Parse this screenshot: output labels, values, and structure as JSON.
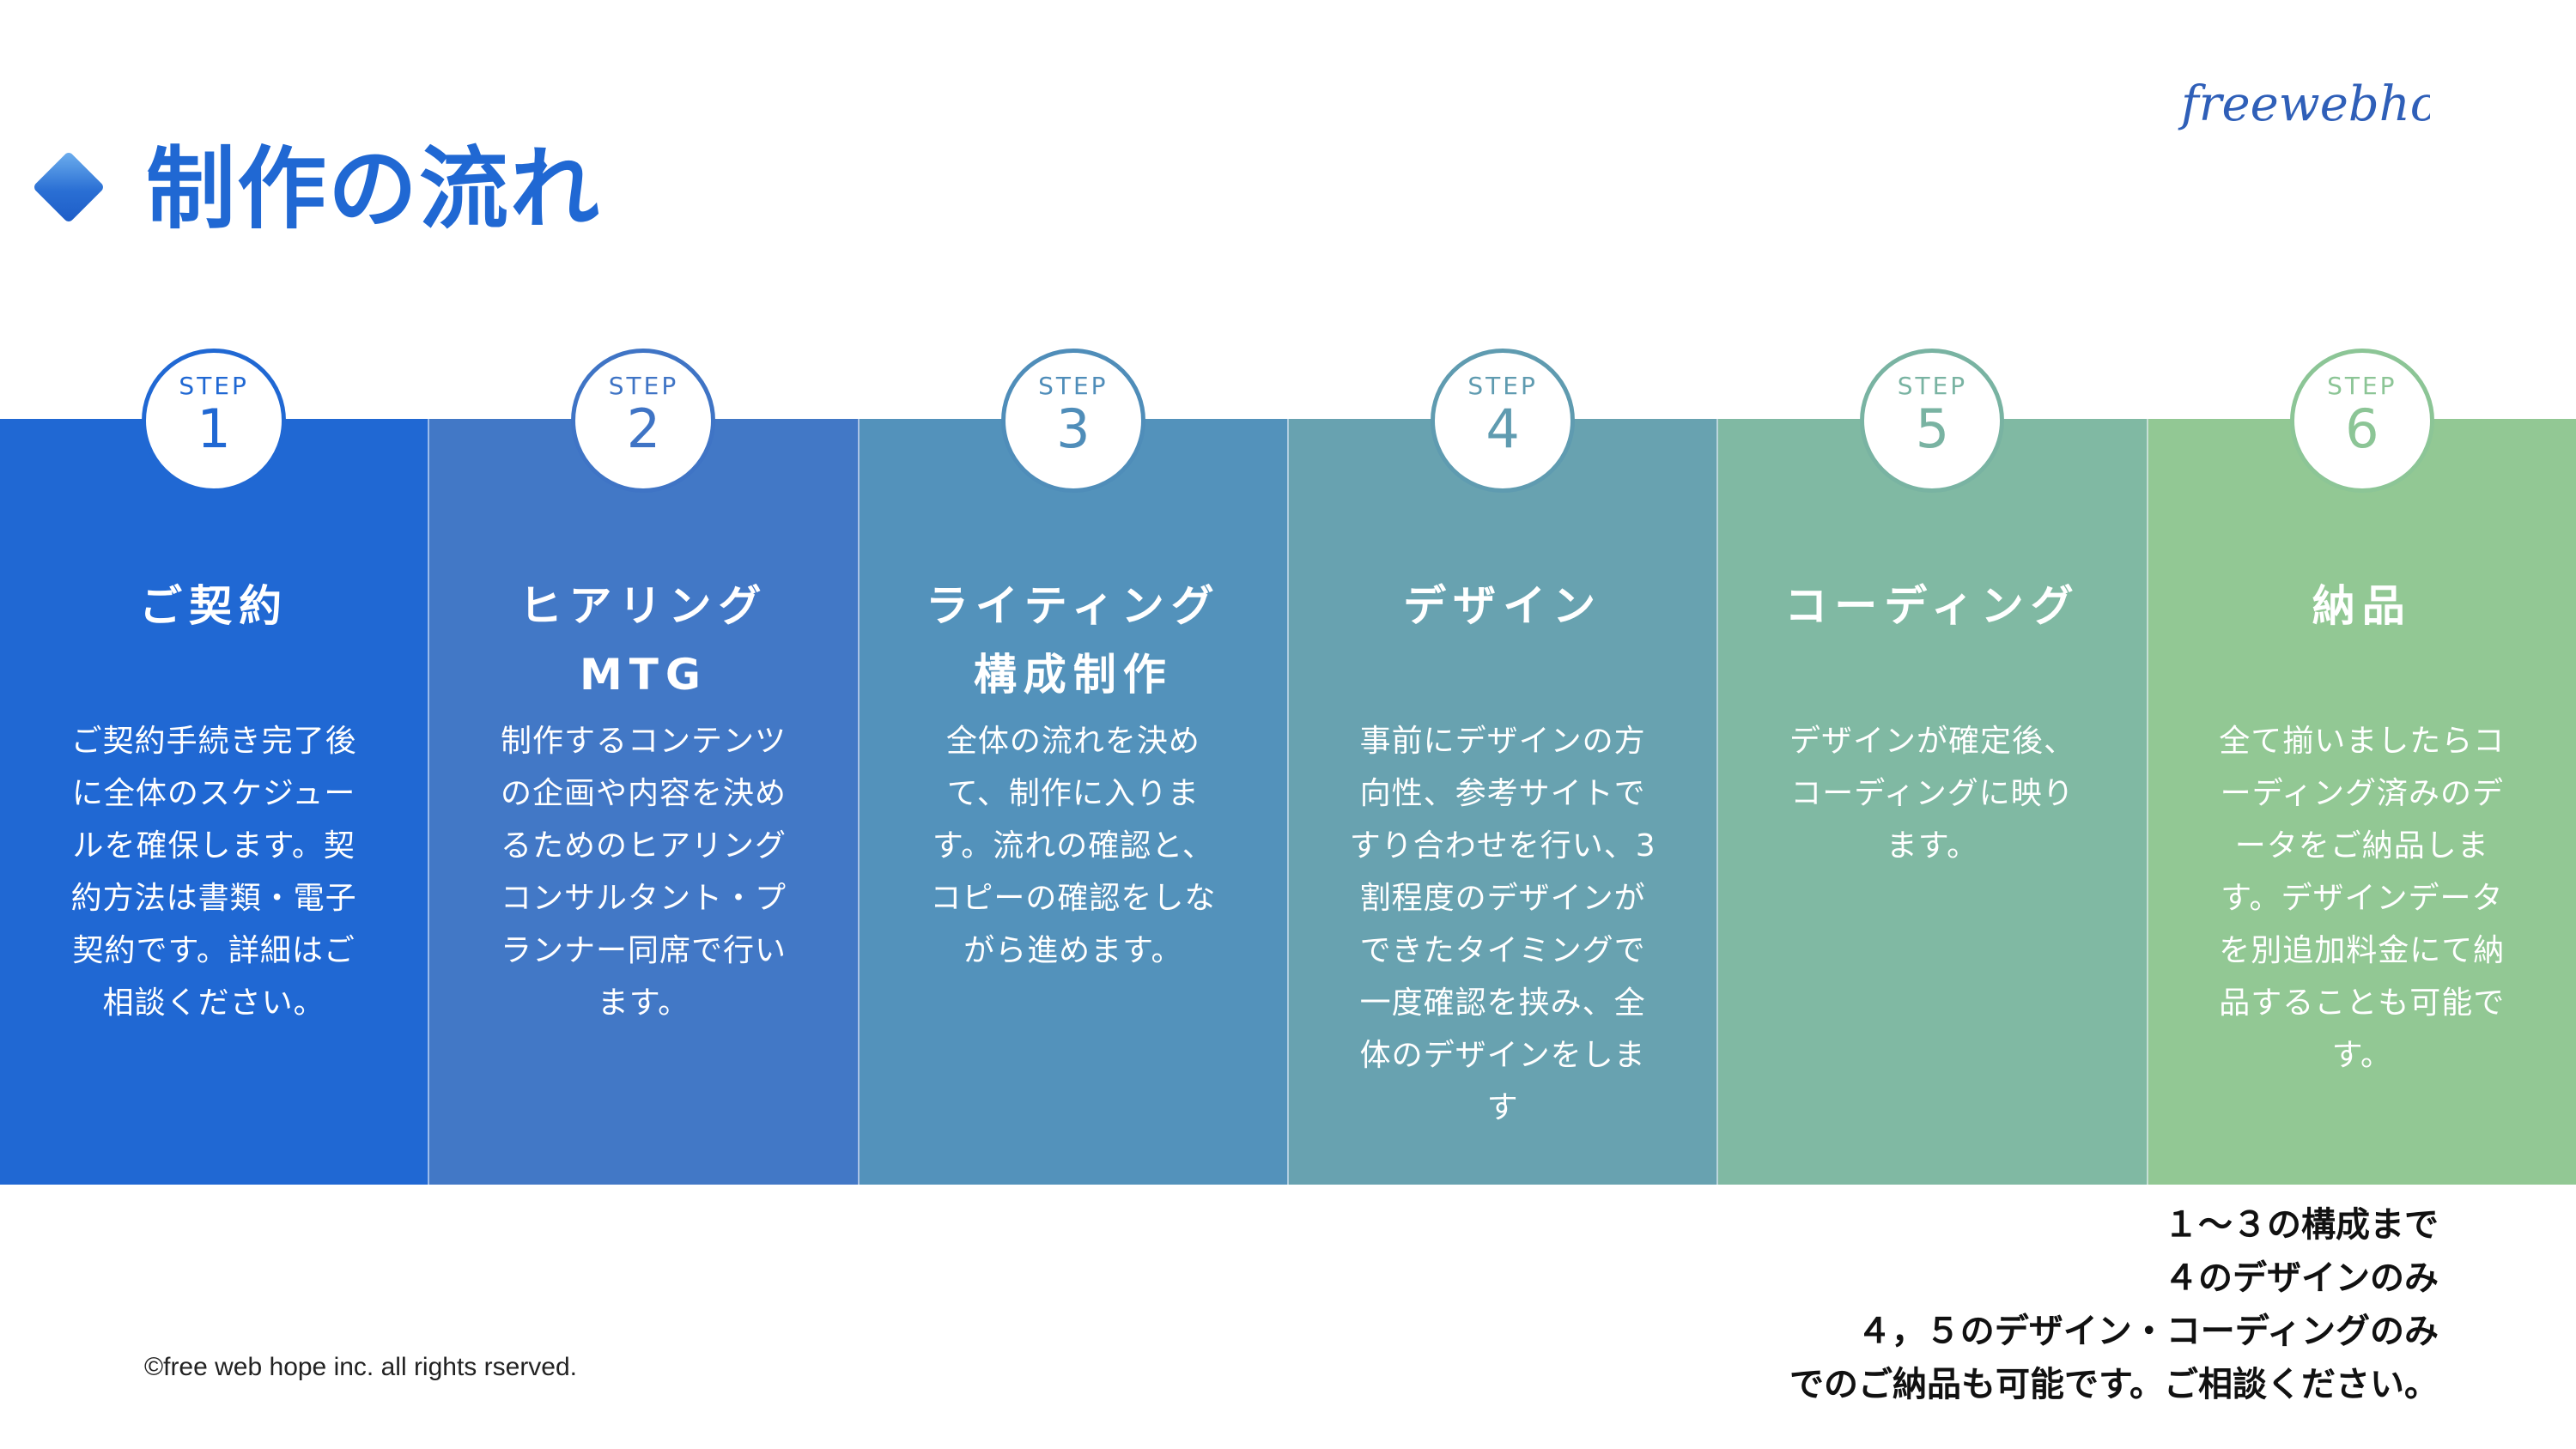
{
  "header": {
    "title": "制作の流れ"
  },
  "logo": {
    "text": "freewebhope"
  },
  "step_label": "STEP",
  "steps": [
    {
      "number": "1",
      "title": "ご契約",
      "description": "ご契約手続き完了後に全体のスケジュールを確保します。契約方法は書類・電子契約です。詳細はご相談ください。",
      "color": "#2068d3",
      "badge_color": "#2068d3"
    },
    {
      "number": "2",
      "title": "ヒアリング\nMTG",
      "description": "制作するコンテンツの企画や内容を決めるためのヒアリングコンサルタント・プランナー同席で行います。",
      "color": "#4278c6",
      "badge_color": "#3f74c5"
    },
    {
      "number": "3",
      "title": "ライティング\n構成制作",
      "description": "全体の流れを決めて、制作に入ります。流れの確認と、コピーの確認をしながら進めます。",
      "color": "#5392bb",
      "badge_color": "#4f8db9"
    },
    {
      "number": "4",
      "title": "デザイン",
      "description": "事前にデザインの方向性、参考サイトですり合わせを行い、3割程度のデザインができたタイミングで一度確認を挟み、全体のデザインをします",
      "color": "#68a2b0",
      "badge_color": "#5f9bb0"
    },
    {
      "number": "5",
      "title": "コーディング",
      "description": "デザインが確定後、コーディングに映ります。",
      "color": "#80b9a3",
      "badge_color": "#79b3a2"
    },
    {
      "number": "6",
      "title": "納品",
      "description": "全て揃いましたらコーディング済みのデータをご納品します。デザインデータを別追加料金にて納品することも可能です。",
      "color": "#92c894",
      "badge_color": "#8cc596"
    }
  ],
  "footnote": "１～３の構成まで\n４のデザインのみ\n４，５のデザイン・コーディングのみ\nでのご納品も可能です。ご相談ください。",
  "copyright": "©free web hope inc. all rights rserved."
}
